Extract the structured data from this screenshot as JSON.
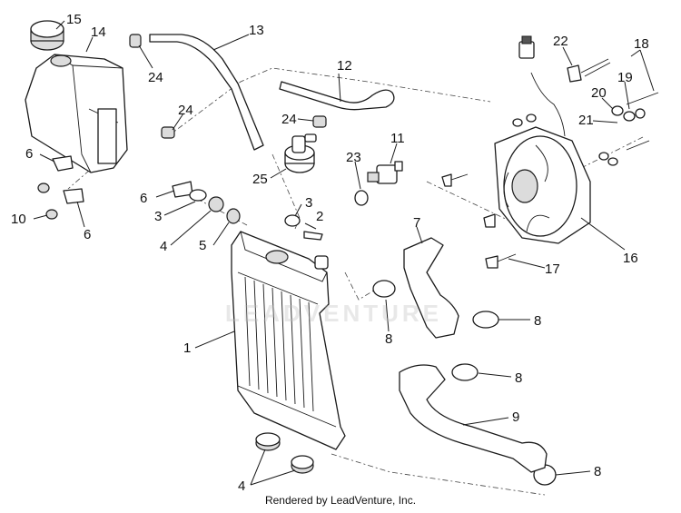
{
  "diagram": {
    "callouts": [
      "1",
      "2",
      "3",
      "3",
      "4",
      "4",
      "5",
      "6",
      "6",
      "6",
      "7",
      "8",
      "8",
      "8",
      "8",
      "9",
      "10",
      "11",
      "12",
      "13",
      "14",
      "15",
      "16",
      "17",
      "18",
      "19",
      "20",
      "21",
      "22",
      "23",
      "24",
      "24",
      "24",
      "25"
    ],
    "watermark_text": "LEADVENTURE",
    "footer": "Rendered by LeadVenture, Inc."
  }
}
